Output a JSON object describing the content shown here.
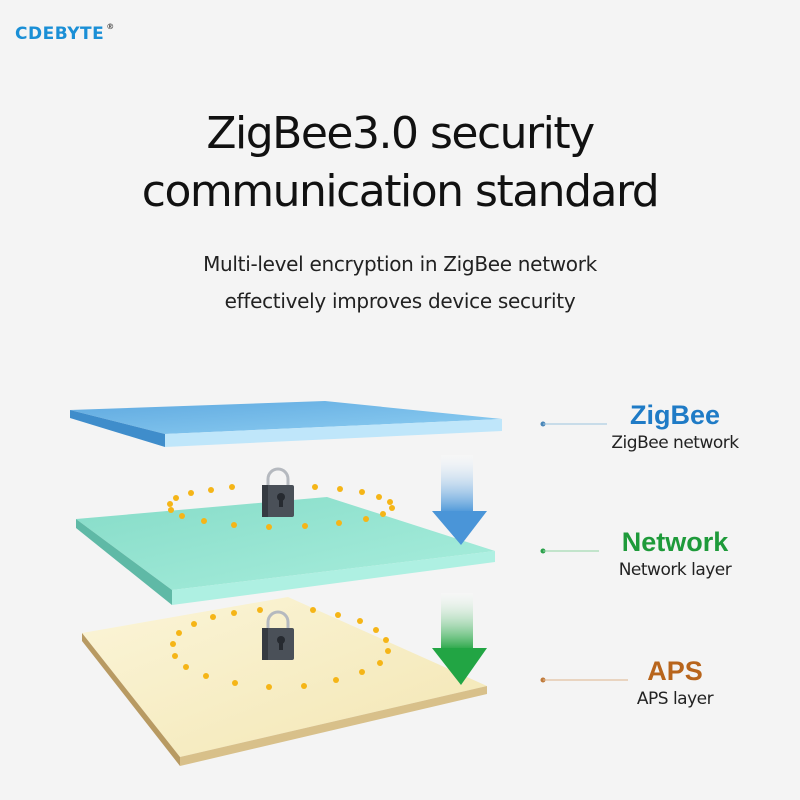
{
  "brand": {
    "logo": "CDEBYTE",
    "registered_mark": "®"
  },
  "header": {
    "title_line1": "ZigBee3.0 security",
    "title_line2": "communication standard",
    "subtitle_line1": "Multi-level encryption in ZigBee network",
    "subtitle_line2": "effectively improves device security"
  },
  "layers": [
    {
      "label": "ZigBee",
      "sublabel": "ZigBee network",
      "color": "#1f7bc6",
      "plate_color": "#7cc0ec"
    },
    {
      "label": "Network",
      "sublabel": "Network layer",
      "color": "#1e9a3a",
      "plate_color": "#9de6d6"
    },
    {
      "label": "APS",
      "sublabel": "APS layer",
      "color": "#b8651c",
      "plate_color": "#f6efc4"
    }
  ],
  "icons": [
    "lock-icon",
    "lock-icon",
    "arrow-down-icon",
    "arrow-down-icon"
  ]
}
